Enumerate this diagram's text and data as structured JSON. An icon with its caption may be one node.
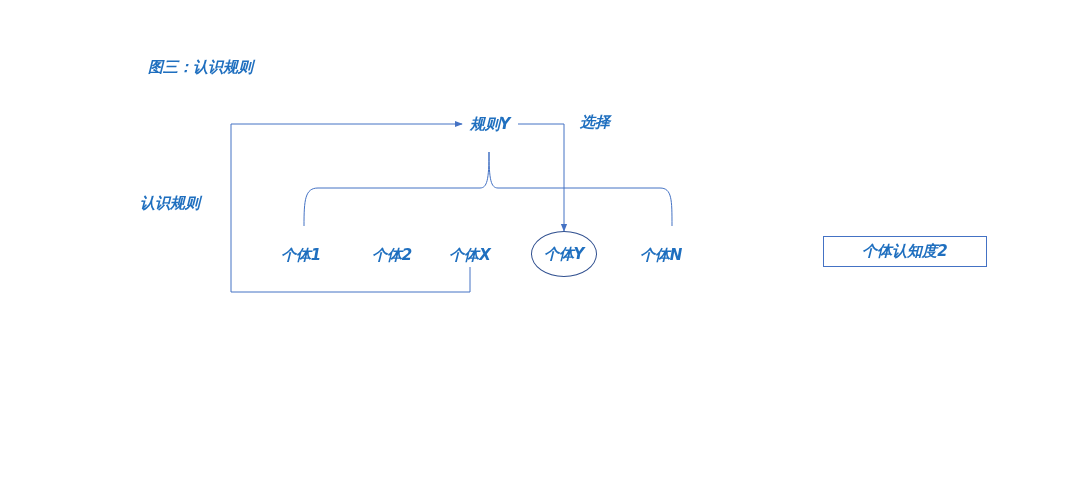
{
  "diagram": {
    "title": "图三：认识规则",
    "nodes": [
      {
        "text": [
          "规则Y"
        ]
      },
      {
        "text": [
          "个体1"
        ]
      },
      {
        "text": [
          "个体2"
        ]
      },
      {
        "text": [
          "个体X"
        ]
      },
      {
        "text": [
          "个体Y"
        ]
      },
      {
        "text": [
          "个体N"
        ]
      },
      {
        "text": [
          "个体认知度2"
        ]
      }
    ],
    "edges": [
      {
        "from": 3,
        "to": 0,
        "arrow": "to"
      },
      {
        "from": 0,
        "to": 4,
        "arrow": "to"
      }
    ],
    "labels": [
      "选择",
      "认识规则"
    ]
  }
}
